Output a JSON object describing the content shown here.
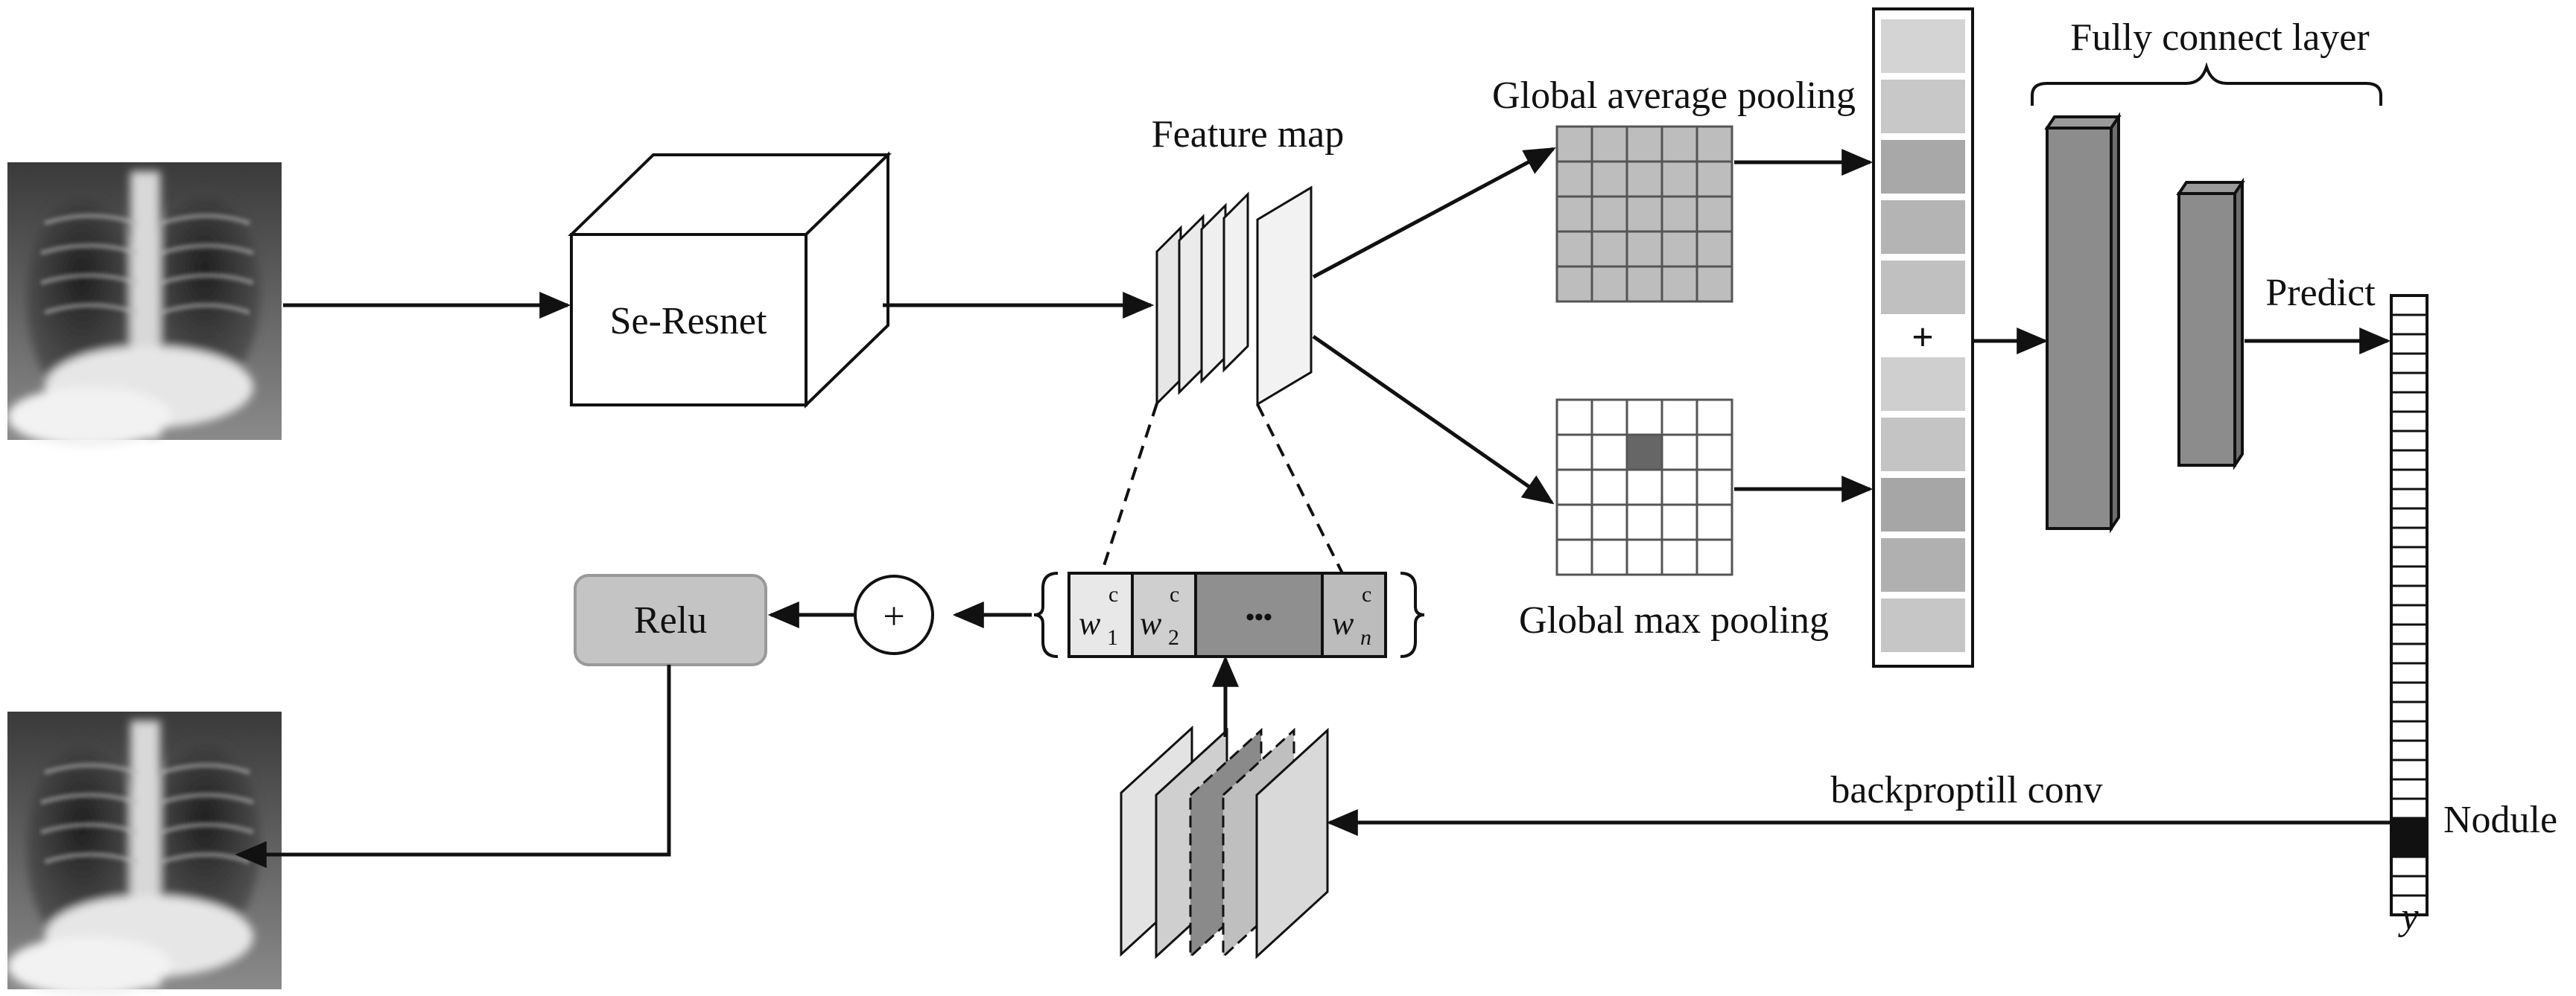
{
  "labels": {
    "backbone": "Se-Resnet",
    "feature_map": "Feature map",
    "gap": "Global average pooling",
    "gmp": "Global max pooling",
    "fc": "Fully connect layer",
    "predict": "Predict",
    "relu": "Relu",
    "plus": "+",
    "concat_plus": "+",
    "backprop": "backproptill conv",
    "nodule": "Nodule",
    "y": "y",
    "dots": "•••",
    "w": "w",
    "sup_c": "c",
    "sub_1": "1",
    "sub_2": "2",
    "sub_n": "n"
  },
  "colors": {
    "line": "#111111",
    "gap_cell": "#bdbdbd",
    "gmp_highlight": "#666666",
    "fc_front": "#8c8c8c",
    "fc_side": "#6e6e6e",
    "relu_fill": "#c4c4c4",
    "nodule_cell": "#111111",
    "weight_1": "#e8e8e8",
    "weight_2": "#cfcfcf",
    "weight_mid": "#8f8f8f",
    "weight_n": "#bcbcbc"
  },
  "icons": {
    "input_image": "chest-xray-image",
    "output_image": "chest-xray-heatmap-image"
  }
}
